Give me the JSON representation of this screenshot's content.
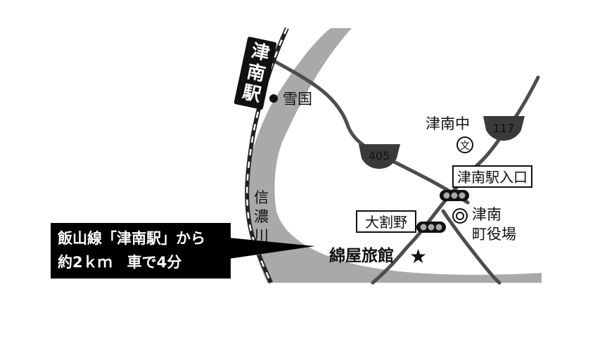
{
  "map": {
    "river_name": "信濃川",
    "places": {
      "station": "津南駅",
      "yukiguni": "雪国",
      "school": "津南中",
      "school_symbol": "文",
      "station_entrance": "津南駅入口",
      "town_hall_line1": "津南",
      "town_hall_line2": "町役場",
      "owarino": "大割野",
      "hotel": "綿屋旅館"
    },
    "routes": {
      "r405": "405",
      "r117": "117"
    },
    "callout": {
      "line1": "飯山線「津南駅」から",
      "line2": "約2ｋｍ　車で4分"
    },
    "colors": {
      "river": "#a9a9a9",
      "road": "#4d4d4d",
      "background": "#ffffff",
      "label_box": "#000000"
    }
  }
}
